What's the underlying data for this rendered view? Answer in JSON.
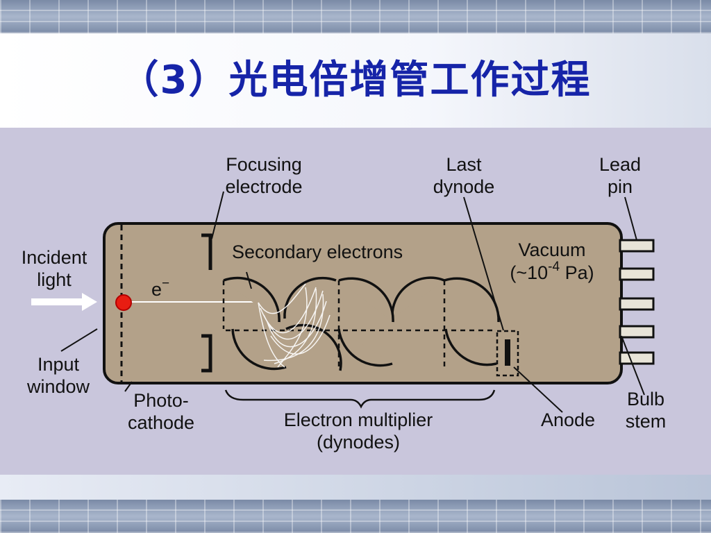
{
  "title": "（3）光电倍增管工作过程",
  "diagram": {
    "focusing_electrode": [
      "Focusing",
      "electrode"
    ],
    "last_dynode": [
      "Last",
      "dynode"
    ],
    "lead_pin": [
      "Lead",
      "pin"
    ],
    "incident_light": [
      "Incident",
      "light"
    ],
    "secondary_electrons": "Secondary electrons",
    "vacuum": "Vacuum",
    "vacuum_pressure": "(~10",
    "vacuum_exp": "-4",
    "vacuum_unit": " Pa)",
    "electron_symbol": "e",
    "electron_sup": "−",
    "input_window": [
      "Input",
      "window"
    ],
    "photocathode": [
      "Photo-",
      "cathode"
    ],
    "electron_multiplier": [
      "Electron multiplier",
      "(dynodes)"
    ],
    "anode": "Anode",
    "bulb_stem": [
      "Bulb",
      "stem"
    ]
  },
  "colors": {
    "title": "#1624a8",
    "tube_fill": "#b3a189",
    "diagram_bg": "#c9c6dc"
  }
}
